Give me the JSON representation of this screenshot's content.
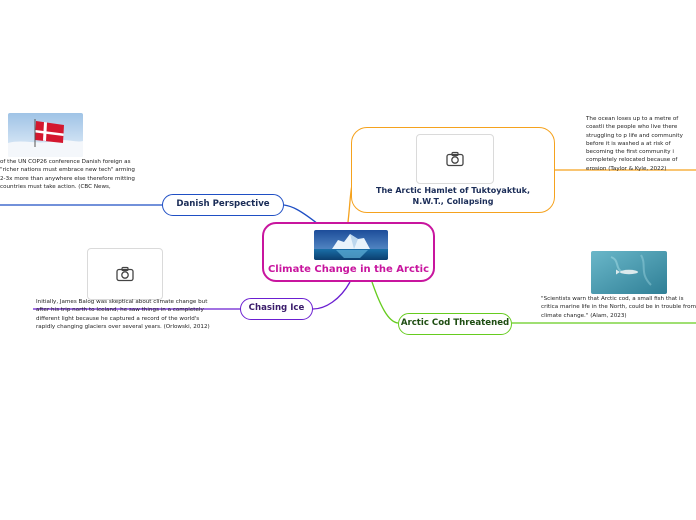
{
  "central": {
    "title": "Climate Change in the Arctic",
    "image": "iceberg-photo"
  },
  "branches": {
    "danish": {
      "label": "Danish Perspective",
      "image": "danish-flag-on-snow-photo",
      "note": "of the UN COP26 conference Danish foreign as \"richer nations must embrace new tech\" arming 2-3x more than anywhere else therefore mitting countries must take action. (CBC News,"
    },
    "chasing": {
      "label": "Chasing Ice",
      "image": "camera-icon",
      "note": "Initially, James Balog was skeptical about climate change but after his trip north to Iceland, he saw things in a completely different light because he captured a record of the world's rapidly changing glaciers over several years. (Orlowski, 2012)"
    },
    "hamlet": {
      "label": "The Arctic Hamlet of Tuktoyaktuk, N.W.T., Collapsing",
      "image": "camera-icon",
      "note": "The ocean loses up to a metre of coastli the people who live there struggling to p life and community before it is washed a at risk of becoming the first community i completely relocated because of erosion (Taylor & Kyle, 2022)"
    },
    "cod": {
      "label": "Arctic Cod Threatened",
      "image": "arctic-cod-underwater-photo",
      "note": "\"Scientists warn that Arctic cod, a small fish that is critica marine life in the North, could be in trouble from climate change.\" (Alam, 2023)"
    }
  },
  "colors": {
    "central": "#c8159e",
    "danish": "#1f4fc4",
    "chasing": "#6b1fd1",
    "hamlet": "#f5a21e",
    "cod": "#66cc1f"
  }
}
